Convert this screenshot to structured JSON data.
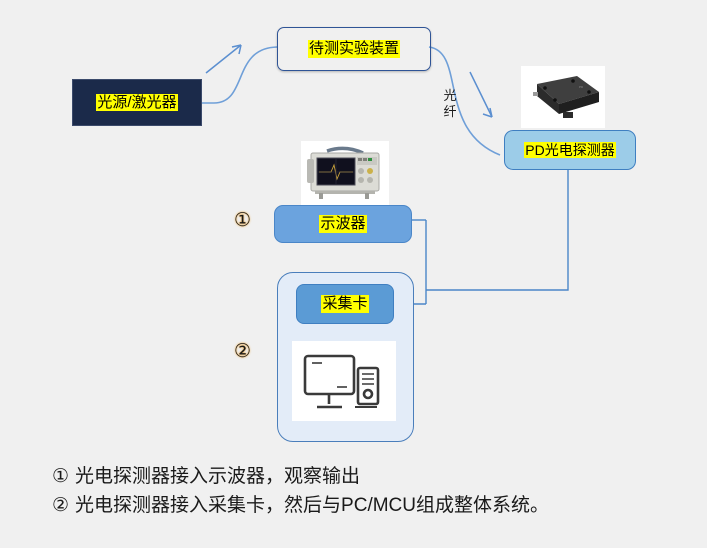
{
  "background_color": "#f0f0f0",
  "diagram": {
    "nodes": {
      "light_source": {
        "label": "光源/激光器",
        "fill": "#1b2a4a",
        "text_highlight": "#ffff00"
      },
      "device_under_test": {
        "label": "待测实验装置",
        "fill": "#1f4e9c",
        "text_highlight": "#ffff00"
      },
      "photodetector": {
        "label": "PD光电探测器",
        "fill": "#9ccce8",
        "text_highlight": "#ffff00"
      },
      "oscilloscope": {
        "label": "示波器",
        "fill": "#6ba3de",
        "text_highlight": "#ffff00"
      },
      "daq_card": {
        "label": "采集卡",
        "fill": "#5b9bd5",
        "text_highlight": "#ffff00"
      },
      "pc_system": {
        "fill": "#e3ecf8",
        "border": "#4a7ebb"
      }
    },
    "edge_labels": {
      "fiber": "光纤"
    },
    "markers": {
      "one": "①",
      "two": "②",
      "ring_color": "#e8a33d"
    },
    "wire_color": "#4a86c8",
    "curve_color": "#6f9fd8"
  },
  "images": {
    "oscilloscope_photo": "oscilloscope-photo",
    "photodetector_photo": "photodetector-photo",
    "computer_icon": "desktop-computer-icon"
  },
  "caption": {
    "lines": [
      {
        "marker": "①",
        "text": "光电探测器接入示波器，观察输出"
      },
      {
        "marker": "②",
        "text": "光电探测器接入采集卡，然后与PC/MCU组成整体系统。"
      }
    ]
  }
}
